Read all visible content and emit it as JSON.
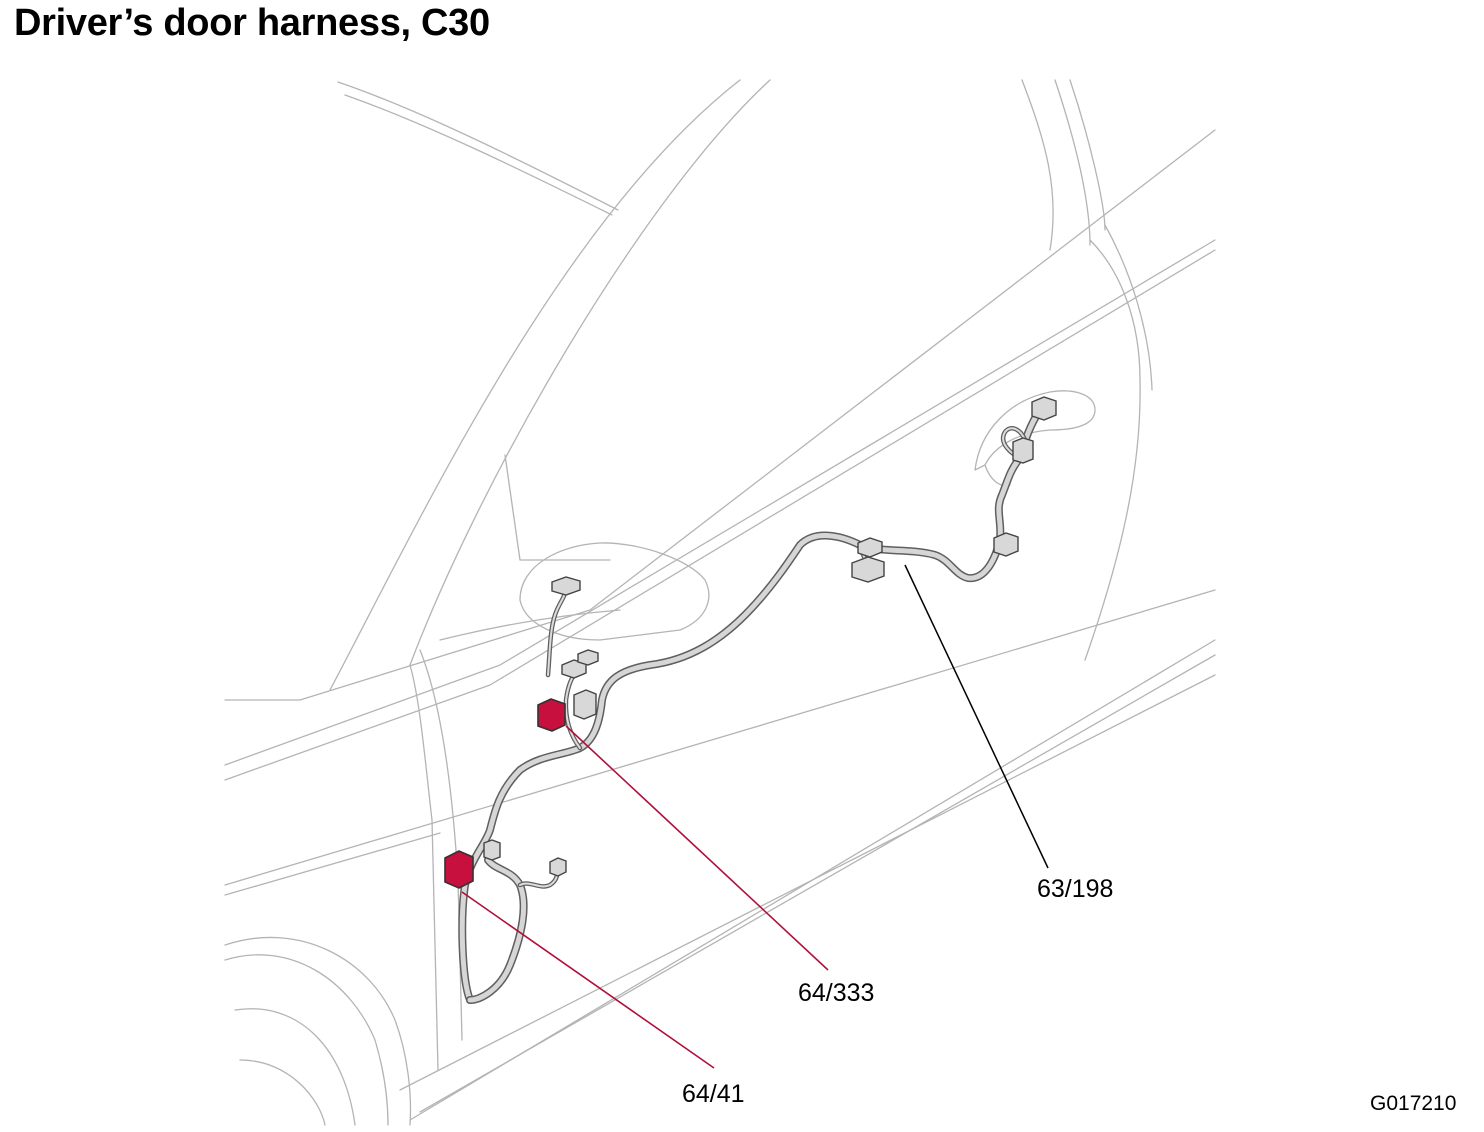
{
  "title": "Driver’s door harness, C30",
  "figure_id": "G017210",
  "callouts": [
    {
      "label": "63/198",
      "color": "#000000"
    },
    {
      "label": "64/333",
      "color": "#b0103a"
    },
    {
      "label": "64/41",
      "color": "#b0103a"
    }
  ],
  "colors": {
    "highlight_connector": "#c8103e",
    "body_outline": "#b4b4b4",
    "harness": "#d6d6d6"
  }
}
